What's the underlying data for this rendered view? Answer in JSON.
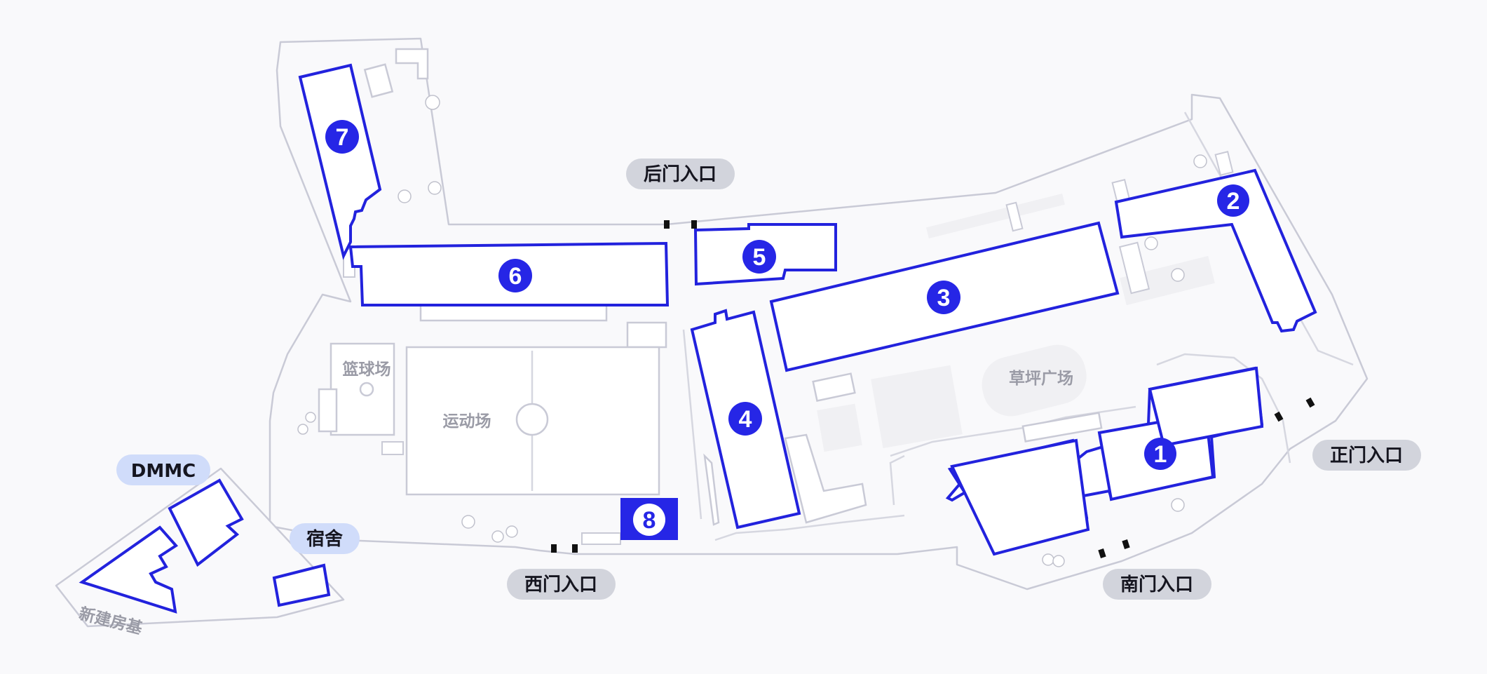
{
  "map": {
    "entrances": {
      "back": "后门入口",
      "west": "西门入口",
      "south": "南门入口",
      "main": "正门入口"
    },
    "areas": {
      "basketball": "篮球场",
      "stadium": "运动场",
      "lawn": "草坪广场",
      "new_site": "新建房基"
    },
    "tags": {
      "dmmc": "DMMC",
      "dorm": "宿舍"
    },
    "buildings": [
      "1",
      "2",
      "3",
      "4",
      "5",
      "6",
      "7",
      "8"
    ],
    "colors": {
      "building_outline": "#2222dd",
      "marker": "#2626e6",
      "site_outline": "#c9cad6",
      "pill_gray": "#d2d4dc",
      "pill_blue": "#d0dcfa"
    }
  }
}
